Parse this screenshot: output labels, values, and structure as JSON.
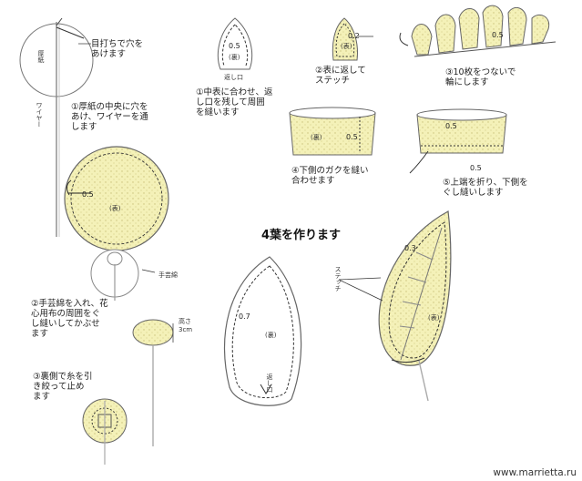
{
  "heading": "4葉を作ります",
  "steps": {
    "s1": [
      "①中表に合わせ、返",
      "し口を残して周囲",
      "を縫います"
    ],
    "s2": [
      "②表に返して",
      "ステッチ"
    ],
    "s3": [
      "③10枚をつないで",
      "輪にします"
    ],
    "s4": [
      "④下側のガクを縫い",
      "合わせます"
    ],
    "s5": [
      "⑤上端を折り、下側を",
      "ぐし縫いします"
    ],
    "left1": [
      "①厚紙の中央に穴を",
      "あけ、ワイヤーを通",
      "します"
    ],
    "left2": [
      "②手芸綿を入れ、花",
      "心用布の周囲をぐ",
      "し縫いしてかぶせ",
      "ます"
    ],
    "left3": [
      "③裏側で糸を引",
      "き絞って止め",
      "ます"
    ],
    "top_note": [
      "目打ちで穴を",
      "あけます"
    ]
  },
  "small": {
    "kaeshiguchi": "返し口",
    "ura": "(裏)",
    "omote": "(表)",
    "wire": "ワイヤー",
    "atsugami": "厚紙",
    "shugeiwata": "手芸綿",
    "takasa": [
      "高さ",
      "3cm"
    ],
    "stitch": "ステッチ"
  },
  "nums": {
    "n05": "0.5",
    "n02": "0.2",
    "n07": "0.7",
    "n03": "0.3"
  },
  "watermark": "www.marrietta.ru",
  "colors": {
    "fill": "#f4f1b8",
    "line": "#555555",
    "dash": "#333333"
  },
  "icons": [
    "needle-icon",
    "thread-icon"
  ]
}
